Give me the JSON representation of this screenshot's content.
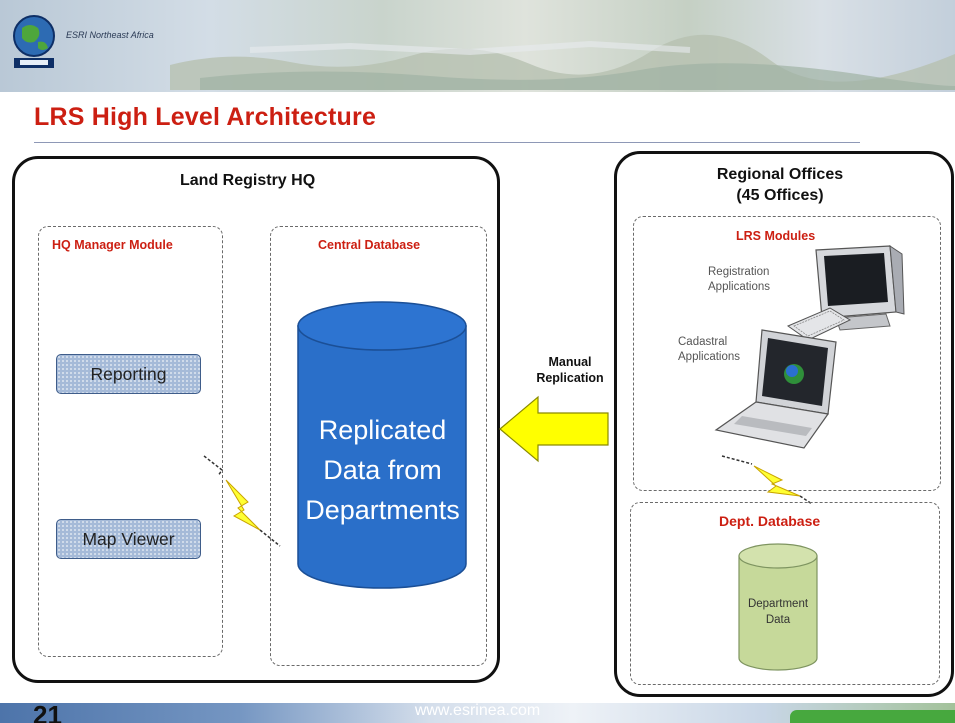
{
  "header": {
    "logo_text": "ESRI Northeast Africa"
  },
  "slide": {
    "title": "LRS High Level Architecture",
    "page_number": "21",
    "footer_url": "www.esrinea.com"
  },
  "hq": {
    "title": "Land Registry HQ",
    "manager_module_label": "HQ Manager Module",
    "central_db_label": "Central Database",
    "reporting_label": "Reporting",
    "map_viewer_label": "Map Viewer",
    "cylinder_lines": [
      "Replicated",
      "Data from",
      "Departments"
    ]
  },
  "link": {
    "lines": [
      "Manual",
      "Replication"
    ]
  },
  "regional": {
    "title_lines": [
      "Regional Offices",
      "(45 Offices)"
    ],
    "modules_label": "LRS Modules",
    "registration_lines": [
      "Registration",
      "Applications"
    ],
    "cadastral_lines": [
      "Cadastral",
      "Applications"
    ],
    "dept_db_label": "Dept. Database",
    "dept_data_lines": [
      "Department",
      "Data"
    ]
  },
  "colors": {
    "title_red": "#cc1f12",
    "cylinder_blue": "#2a6fc9",
    "arrow_yellow": "#ffff00",
    "bolt_yellow": "#ffff33",
    "dept_cylinder_green": "#c6d99a"
  }
}
